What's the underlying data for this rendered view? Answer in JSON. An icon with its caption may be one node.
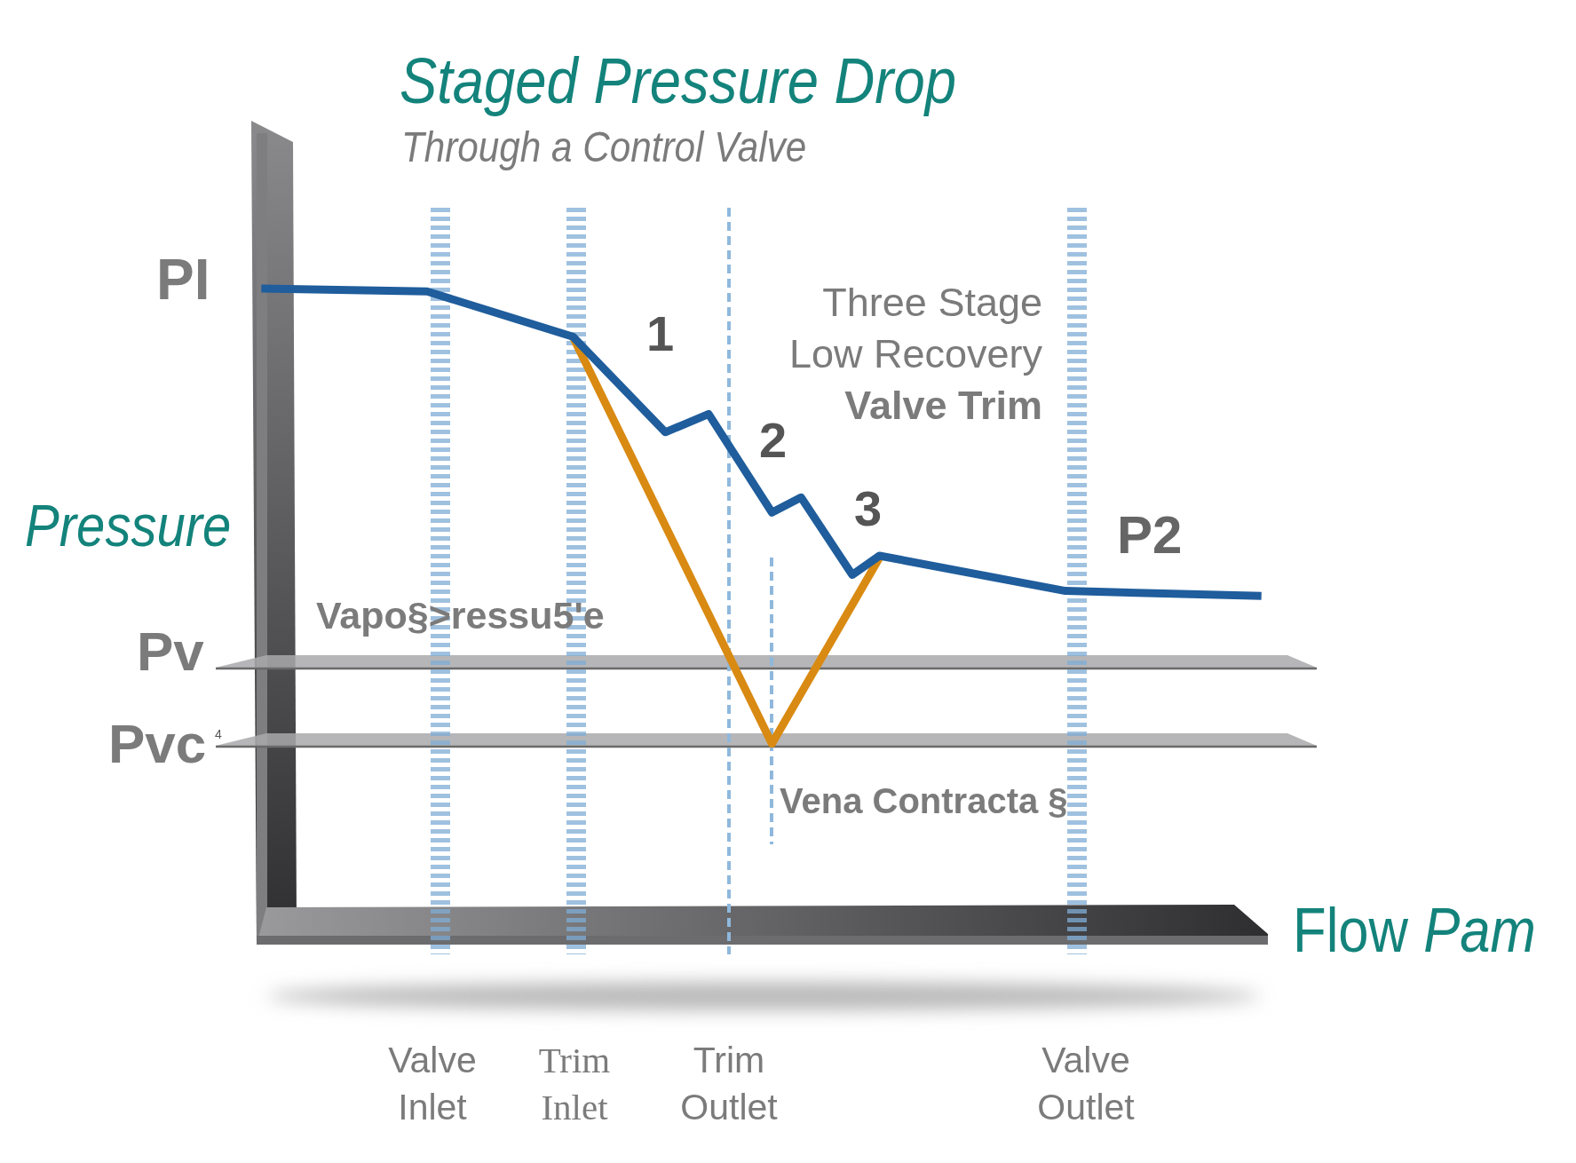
{
  "diagram": {
    "title": "Staged Pressure Drop",
    "labels": [
      "Through a Control Valve",
      "PI",
      "1",
      "Three Stage Low Recovery **Valve Trim**",
      "2",
      "3",
      "Pressure",
      "P2",
      "Vapo§>ressu5'e",
      "Pv",
      "Pvc",
      "4",
      "Vena Contracta §",
      "Flow *Pam*",
      "Valve Inlet",
      "Trim Inlet",
      "Trim Outlet",
      "Valve Outlet"
    ]
  }
}
